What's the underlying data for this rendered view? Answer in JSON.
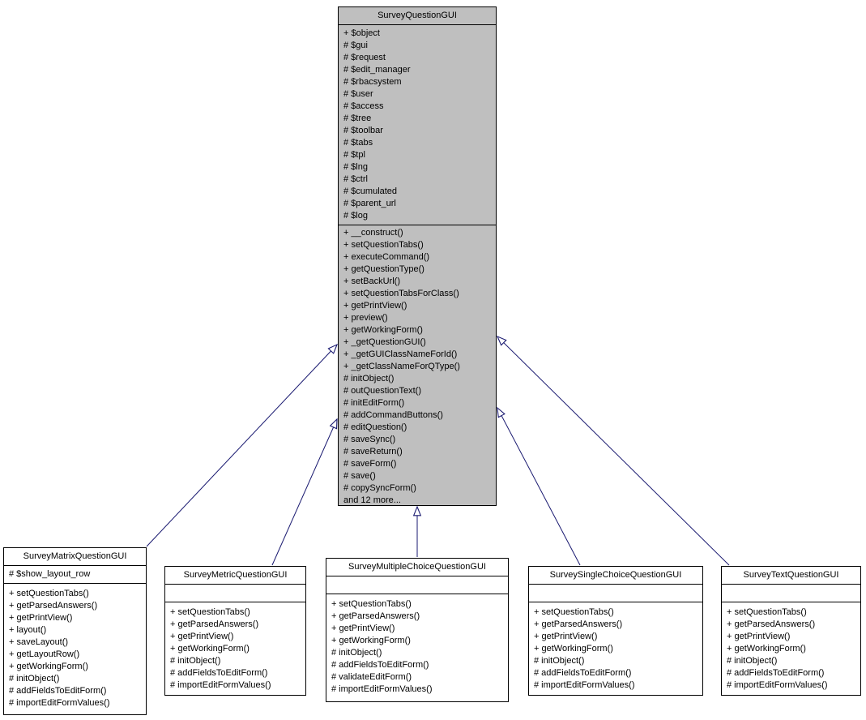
{
  "colors": {
    "base_class_fill": "#bfbfbf",
    "subclass_fill": "#ffffff",
    "box_border": "#000000",
    "edge": "#191970",
    "background": "#ffffff"
  },
  "classes": [
    {
      "name": "SurveyQuestionGUI",
      "attributes": [
        "+ $object",
        "# $gui",
        "# $request",
        "# $edit_manager",
        "# $rbacsystem",
        "# $user",
        "# $access",
        "# $tree",
        "# $toolbar",
        "# $tabs",
        "# $tpl",
        "# $lng",
        "# $ctrl",
        "# $cumulated",
        "# $parent_url",
        "# $log"
      ],
      "methods": [
        "+ __construct()",
        "+ setQuestionTabs()",
        "+ executeCommand()",
        "+ getQuestionType()",
        "+ setBackUrl()",
        "+ setQuestionTabsForClass()",
        "+ getPrintView()",
        "+ preview()",
        "+ getWorkingForm()",
        "+ _getQuestionGUI()",
        "+ _getGUIClassNameForId()",
        "+ _getClassNameForQType()",
        "# initObject()",
        "# outQuestionText()",
        "# initEditForm()",
        "# addCommandButtons()",
        "# editQuestion()",
        "# saveSync()",
        "# saveReturn()",
        "# saveForm()",
        "# save()",
        "# copySyncForm()",
        "and 12 more..."
      ]
    },
    {
      "name": "SurveyMatrixQuestionGUI",
      "attributes": [
        "# $show_layout_row"
      ],
      "methods": [
        "+ setQuestionTabs()",
        "+ getParsedAnswers()",
        "+ getPrintView()",
        "+ layout()",
        "+ saveLayout()",
        "+ getLayoutRow()",
        "+ getWorkingForm()",
        "# initObject()",
        "# addFieldsToEditForm()",
        "# importEditFormValues()"
      ]
    },
    {
      "name": "SurveyMetricQuestionGUI",
      "attributes": [],
      "methods": [
        "+ setQuestionTabs()",
        "+ getParsedAnswers()",
        "+ getPrintView()",
        "+ getWorkingForm()",
        "# initObject()",
        "# addFieldsToEditForm()",
        "# importEditFormValues()"
      ]
    },
    {
      "name": "SurveyMultipleChoiceQuestionGUI",
      "attributes": [],
      "methods": [
        "+ setQuestionTabs()",
        "+ getParsedAnswers()",
        "+ getPrintView()",
        "+ getWorkingForm()",
        "# initObject()",
        "# addFieldsToEditForm()",
        "# validateEditForm()",
        "# importEditFormValues()"
      ]
    },
    {
      "name": "SurveySingleChoiceQuestionGUI",
      "attributes": [],
      "methods": [
        "+ setQuestionTabs()",
        "+ getParsedAnswers()",
        "+ getPrintView()",
        "+ getWorkingForm()",
        "# initObject()",
        "# addFieldsToEditForm()",
        "# importEditFormValues()"
      ]
    },
    {
      "name": "SurveyTextQuestionGUI",
      "attributes": [],
      "methods": [
        "+ setQuestionTabs()",
        "+ getParsedAnswers()",
        "+ getPrintView()",
        "+ getWorkingForm()",
        "# initObject()",
        "# addFieldsToEditForm()",
        "# importEditFormValues()"
      ]
    }
  ]
}
